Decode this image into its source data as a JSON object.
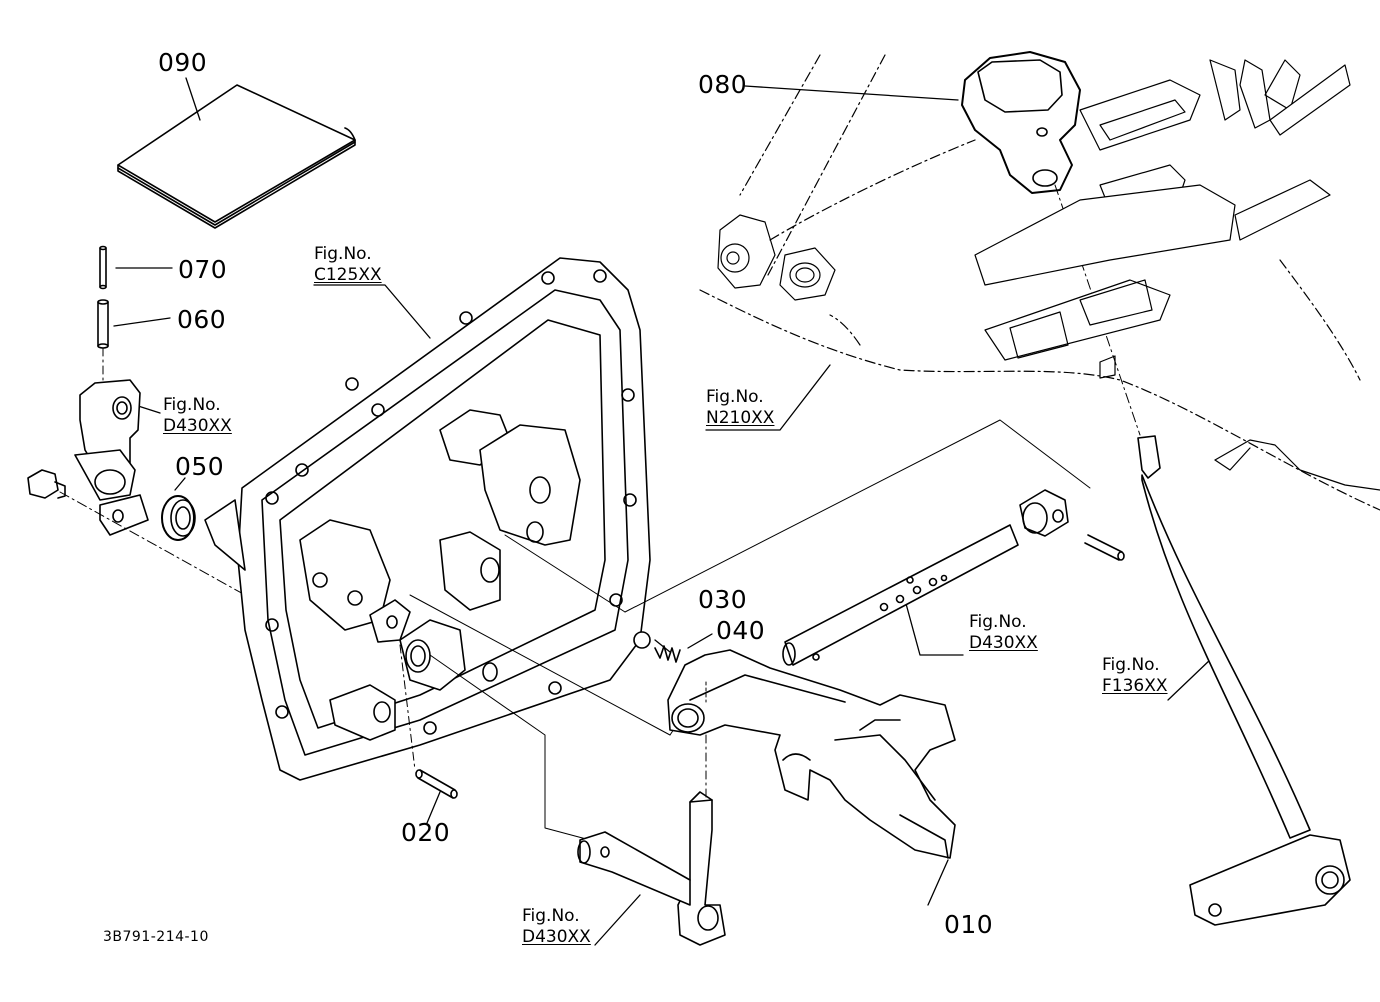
{
  "diagram": {
    "doc_code": "3B791-214-10",
    "parts": [
      {
        "id": "p010",
        "number": "010"
      },
      {
        "id": "p020",
        "number": "020"
      },
      {
        "id": "p030",
        "number": "030"
      },
      {
        "id": "p040",
        "number": "040"
      },
      {
        "id": "p050",
        "number": "050"
      },
      {
        "id": "p060",
        "number": "060"
      },
      {
        "id": "p070",
        "number": "070"
      },
      {
        "id": "p080",
        "number": "080"
      },
      {
        "id": "p090",
        "number": "090"
      }
    ],
    "fig_refs": [
      {
        "label": "Fig.No.",
        "code": "C125XX"
      },
      {
        "label": "Fig.No.",
        "code": "D430XX"
      },
      {
        "label": "Fig.No.",
        "code": "N210XX"
      },
      {
        "label": "Fig.No.",
        "code": "D430XX"
      },
      {
        "label": "Fig.No.",
        "code": "F136XX"
      },
      {
        "label": "Fig.No.",
        "code": "D430XX"
      }
    ]
  }
}
